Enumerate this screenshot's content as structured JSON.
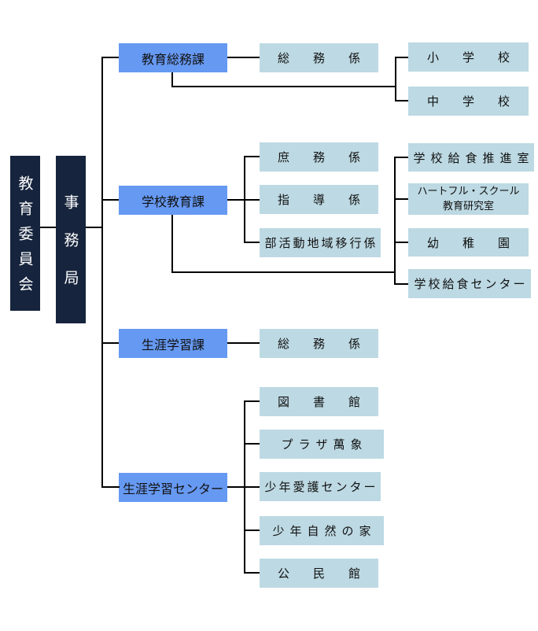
{
  "colors": {
    "background": "#FFFFFF",
    "executive_box": "#16243D",
    "executive_text": "#FFFFFF",
    "division_box": "#6699F2",
    "section_box": "#BDD9E3",
    "box_text": "#111111",
    "connector_line": "#000000"
  },
  "org": {
    "board": {
      "label": "教育委員会"
    },
    "secretariat": {
      "label": "事務局"
    },
    "divisions": [
      {
        "label": "教育総務課",
        "sections": [
          {
            "label": "総　　務　　係"
          }
        ],
        "facilities": [
          {
            "label": "小　　学　　校"
          },
          {
            "label": "中　　学　　校"
          }
        ]
      },
      {
        "label": "学校教育課",
        "sections": [
          {
            "label": "庶　　務　　係"
          },
          {
            "label": "指　　導　　係"
          },
          {
            "label": "部活動地域移行係"
          }
        ],
        "facilities": [
          {
            "label": "学校給食推進室"
          },
          {
            "label": "ハートフル・スクール",
            "label2": "教育研究室"
          },
          {
            "label": "幼　　稚　　園"
          },
          {
            "label": "学校給食センター"
          }
        ]
      },
      {
        "label": "生涯学習課",
        "sections": [
          {
            "label": "総　　務　　係"
          }
        ],
        "facilities": []
      },
      {
        "label": "生涯学習センター",
        "sections": [],
        "facilities": [
          {
            "label": "図　　書　　館"
          },
          {
            "label": "プラザ萬象"
          },
          {
            "label": "少年愛護センター"
          },
          {
            "label": "少年自然の家"
          },
          {
            "label": "公　　民　　館"
          }
        ]
      }
    ]
  }
}
